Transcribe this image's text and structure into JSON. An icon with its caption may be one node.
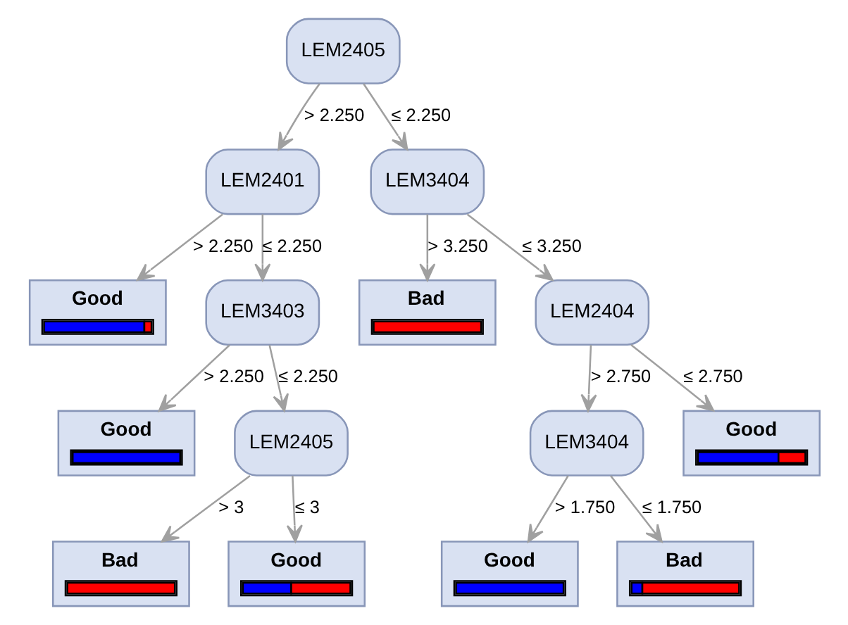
{
  "diagram": {
    "nodes": [
      {
        "text": [
          "LEM2405"
        ]
      },
      {
        "text": [
          "LEM2401"
        ]
      },
      {
        "text": [
          "LEM3404"
        ]
      },
      {
        "text": [
          "Good"
        ]
      },
      {
        "text": [
          "LEM3403"
        ]
      },
      {
        "text": [
          "Bad"
        ]
      },
      {
        "text": [
          "LEM2404"
        ]
      },
      {
        "text": [
          "Good"
        ]
      },
      {
        "text": [
          "LEM2405"
        ]
      },
      {
        "text": [
          "LEM3404"
        ]
      },
      {
        "text": [
          "Good"
        ]
      },
      {
        "text": [
          "Bad"
        ]
      },
      {
        "text": [
          "Good"
        ]
      },
      {
        "text": [
          "Good"
        ]
      },
      {
        "text": [
          "Bad"
        ]
      }
    ],
    "edges": [
      {
        "from": 0,
        "to": 1,
        "arrow": "to",
        "label": "> 2.250"
      },
      {
        "from": 0,
        "to": 2,
        "arrow": "to",
        "label": "≤ 2.250"
      },
      {
        "from": 1,
        "to": 3,
        "arrow": "to",
        "label": "> 2.250"
      },
      {
        "from": 1,
        "to": 4,
        "arrow": "to",
        "label": "≤ 2.250"
      },
      {
        "from": 2,
        "to": 5,
        "arrow": "to",
        "label": "> 3.250"
      },
      {
        "from": 2,
        "to": 6,
        "arrow": "to",
        "label": "≤ 3.250"
      },
      {
        "from": 4,
        "to": 7,
        "arrow": "to",
        "label": "> 2.250"
      },
      {
        "from": 4,
        "to": 8,
        "arrow": "to",
        "label": "≤ 2.250"
      },
      {
        "from": 6,
        "to": 9,
        "arrow": "to",
        "label": "> 2.750"
      },
      {
        "from": 6,
        "to": 10,
        "arrow": "to",
        "label": "≤ 2.750"
      },
      {
        "from": 8,
        "to": 11,
        "arrow": "to",
        "label": "> 3"
      },
      {
        "from": 8,
        "to": 12,
        "arrow": "to",
        "label": "≤ 3"
      },
      {
        "from": 9,
        "to": 13,
        "arrow": "to",
        "label": "> 1.750"
      },
      {
        "from": 9,
        "to": 14,
        "arrow": "to",
        "label": "≤ 1.750"
      }
    ]
  }
}
